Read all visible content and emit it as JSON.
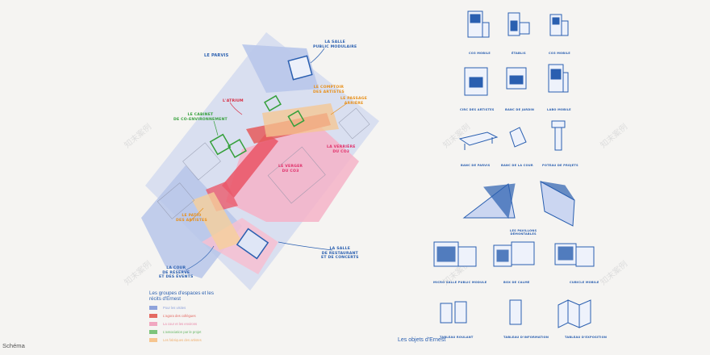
{
  "caption": "Schéma",
  "plan_labels": {
    "parvis": "LE PARVIS",
    "salle_public": [
      "LA SALLE",
      "PUBLIC MODULAIRE"
    ],
    "atrium": "L'ATRIUM",
    "comptoir": [
      "LE COMPTOIR",
      "DES ARTISTES"
    ],
    "passage": [
      "LE PASSAGE",
      "ARRIÈRE"
    ],
    "cabinet": [
      "LE CABINET",
      "DE CO-ENVIRONNEMENT"
    ],
    "verger": [
      "LE VERGER",
      "DU CO3"
    ],
    "verrière": [
      "LA VERRIÈRE",
      "DU CO3"
    ],
    "patio": [
      "LE PATIO",
      "DES ARTISTES"
    ],
    "salle_rest": [
      "LA SALLE",
      "DE RESTAURANT",
      "ET DE CONCERTS"
    ],
    "cour": [
      "LA COUR",
      "DE RÉSERVE",
      "ET DES ÉVENTS"
    ]
  },
  "legend": {
    "title": "Les groupes d'espaces et les récits d'Ernest",
    "items": [
      {
        "label": "Pour les visites",
        "color": "#8fa3db"
      },
      {
        "label": "L'agora des collègues",
        "color": "#e46a62"
      },
      {
        "label": "La cour et les environs",
        "color": "#f1a7c0"
      },
      {
        "label": "L'association par le projet",
        "color": "#7cc47a"
      },
      {
        "label": "Les fabriques des artistes",
        "color": "#f6c58f"
      }
    ]
  },
  "objects_title": "Les objets d'Ernest",
  "objects": {
    "row1": [
      "CO3 MOBILE",
      "ÉTABLIS",
      "CO3 MOBILE"
    ],
    "row2": [
      "CIRC DES ARTISTES",
      "BANC DE JARDIN",
      "LABO MOBILE"
    ],
    "row3": [
      "BANC DE PARVIS",
      "BANC DE LA COUR",
      "POTEAU DE PROJETS"
    ],
    "row4": [
      "LES PAVILLONS",
      "DÉMONTABLES"
    ],
    "row5": [
      "MICRO SALLE PUBLIC MODULE",
      "BOX DE CALME",
      "CUBICLE MOBILE"
    ],
    "row6": [
      "TABLEAU ROULANT",
      "TABLEAU D'INFORMATION",
      "TABLEAU D'EXPOSITION"
    ]
  },
  "watermark": "知末案例"
}
